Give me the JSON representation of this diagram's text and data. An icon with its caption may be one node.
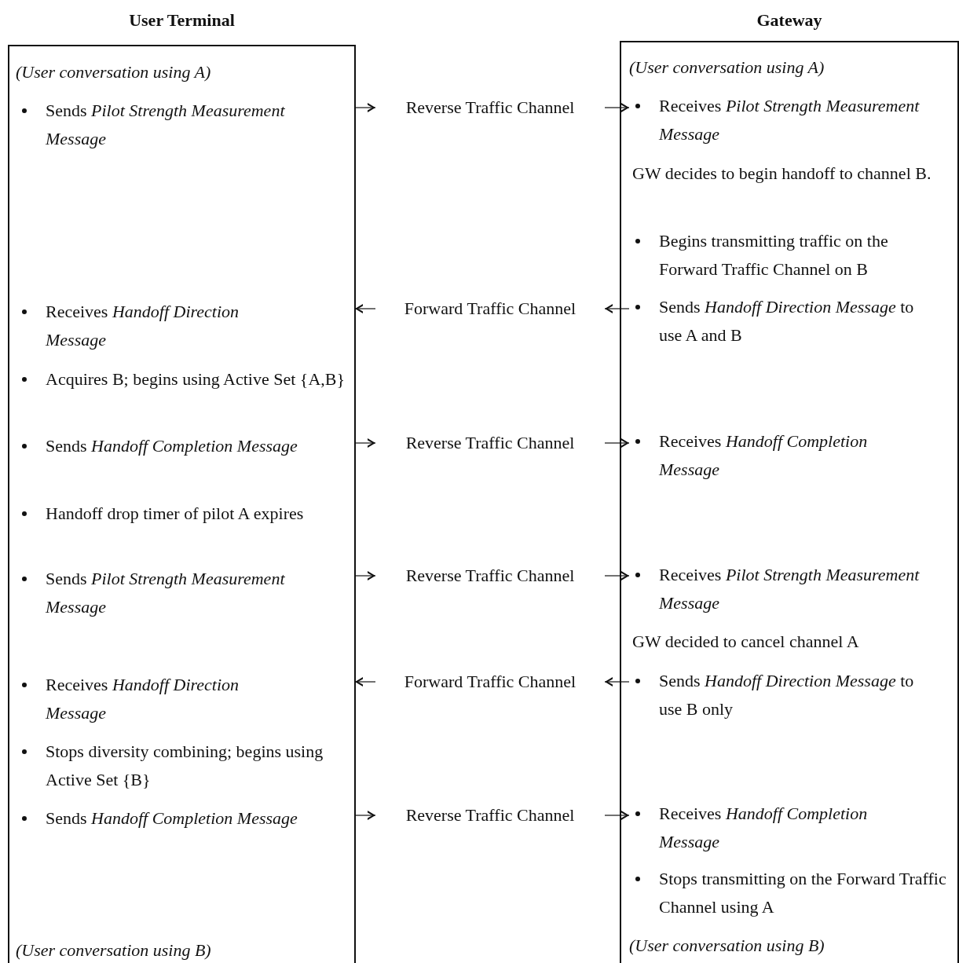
{
  "diagram": {
    "nodes": [
      {
        "text": [
          "User Terminal"
        ]
      },
      {
        "text": [
          "Gateway"
        ]
      },
      {
        "text": [
          "(User conversation using A)"
        ],
        "in": 0
      },
      {
        "text": [
          "(User conversation using A)"
        ],
        "in": 1
      },
      {
        "text": [
          "Sends *Pilot Strength Measurement Message*"
        ],
        "in": 0
      },
      {
        "text": [
          "Reverse Traffic Channel"
        ]
      },
      {
        "text": [
          "Receives *Pilot Strength Measurement Message*"
        ],
        "in": 1
      },
      {
        "text": [
          "GW decides to begin handoff to channel B."
        ],
        "in": 1
      },
      {
        "text": [
          "Begins transmitting traffic on the Forward Traffic Channel on B"
        ],
        "in": 1
      },
      {
        "text": [
          "Receives *Handoff Direction Message*"
        ],
        "in": 0
      },
      {
        "text": [
          "Forward Traffic Channel"
        ]
      },
      {
        "text": [
          "Sends *Handoff Direction Message* to use A and B"
        ],
        "in": 1
      },
      {
        "text": [
          "Acquires B; begins using Active Set {A,B}"
        ],
        "in": 0
      },
      {
        "text": [
          "Sends *Handoff Completion Message*"
        ],
        "in": 0
      },
      {
        "text": [
          "Reverse Traffic Channel"
        ]
      },
      {
        "text": [
          "Receives *Handoff Completion Message*"
        ],
        "in": 1
      },
      {
        "text": [
          "Handoff drop timer of pilot A expires"
        ],
        "in": 0
      },
      {
        "text": [
          "Sends *Pilot Strength Measurement Message*"
        ],
        "in": 0
      },
      {
        "text": [
          "Reverse Traffic Channel"
        ]
      },
      {
        "text": [
          "Receives *Pilot Strength Measurement Message*"
        ],
        "in": 1
      },
      {
        "text": [
          "GW decided to cancel channel A"
        ],
        "in": 1
      },
      {
        "text": [
          "Receives *Handoff Direction Message*"
        ],
        "in": 0
      },
      {
        "text": [
          "Forward Traffic Channel"
        ]
      },
      {
        "text": [
          "Sends *Handoff Direction Message* to use B only"
        ],
        "in": 1
      },
      {
        "text": [
          "Stops diversity combining; begins using Active Set {B}"
        ],
        "in": 0
      },
      {
        "text": [
          "Sends *Handoff Completion Message*"
        ],
        "in": 0
      },
      {
        "text": [
          "Reverse Traffic Channel"
        ]
      },
      {
        "text": [
          "Receives *Handoff Completion Message*"
        ],
        "in": 1
      },
      {
        "text": [
          "Stops transmitting on the Forward Traffic Channel using A"
        ],
        "in": 1
      },
      {
        "text": [
          "(User conversation using B)"
        ],
        "in": 0
      },
      {
        "text": [
          "(User conversation using B)"
        ],
        "in": 1
      }
    ],
    "edges": [
      {
        "from": 4,
        "to": 5,
        "arrow": "to"
      },
      {
        "from": 5,
        "to": 6,
        "arrow": "to"
      },
      {
        "from": 11,
        "to": 10,
        "arrow": "to"
      },
      {
        "from": 10,
        "to": 9,
        "arrow": "to"
      },
      {
        "from": 13,
        "to": 14,
        "arrow": "to"
      },
      {
        "from": 14,
        "to": 15,
        "arrow": "to"
      },
      {
        "from": 17,
        "to": 18,
        "arrow": "to"
      },
      {
        "from": 18,
        "to": 19,
        "arrow": "to"
      },
      {
        "from": 23,
        "to": 22,
        "arrow": "to"
      },
      {
        "from": 22,
        "to": 21,
        "arrow": "to"
      },
      {
        "from": 25,
        "to": 26,
        "arrow": "to"
      },
      {
        "from": 26,
        "to": 27,
        "arrow": "to"
      }
    ]
  }
}
